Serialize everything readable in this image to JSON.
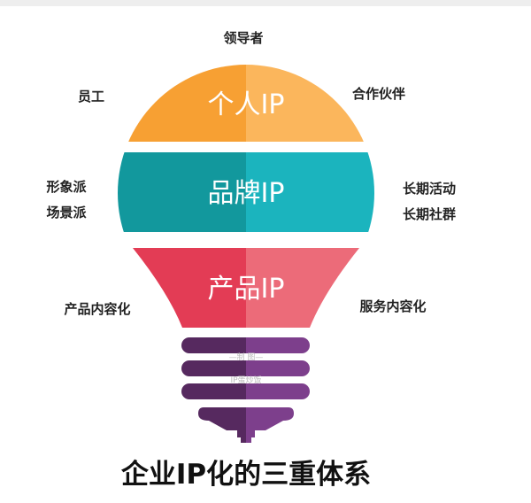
{
  "labels": {
    "top": "领导者",
    "left_top": "员工",
    "right_top": "合作伙伴",
    "left_mid_1": "形象派",
    "left_mid_2": "场景派",
    "right_mid_1": "长期活动",
    "right_mid_2": "长期社群",
    "left_bottom": "产品内容化",
    "right_bottom": "服务内容化"
  },
  "bands": {
    "personal": "个人IP",
    "brand": "品牌IP",
    "product": "产品IP"
  },
  "watermark": {
    "line1": "—制 图—",
    "line2": "IP蛋炒饭"
  },
  "title": "企业IP化的三重体系",
  "colors": {
    "orange_dark": "#f7a033",
    "orange_light": "#fbb65c",
    "teal_dark": "#12989d",
    "teal_light": "#1bb4be",
    "red_dark": "#e33c55",
    "red_light": "#ec6b79",
    "purple_dark": "#56295f",
    "purple_light": "#7d3f8c"
  }
}
